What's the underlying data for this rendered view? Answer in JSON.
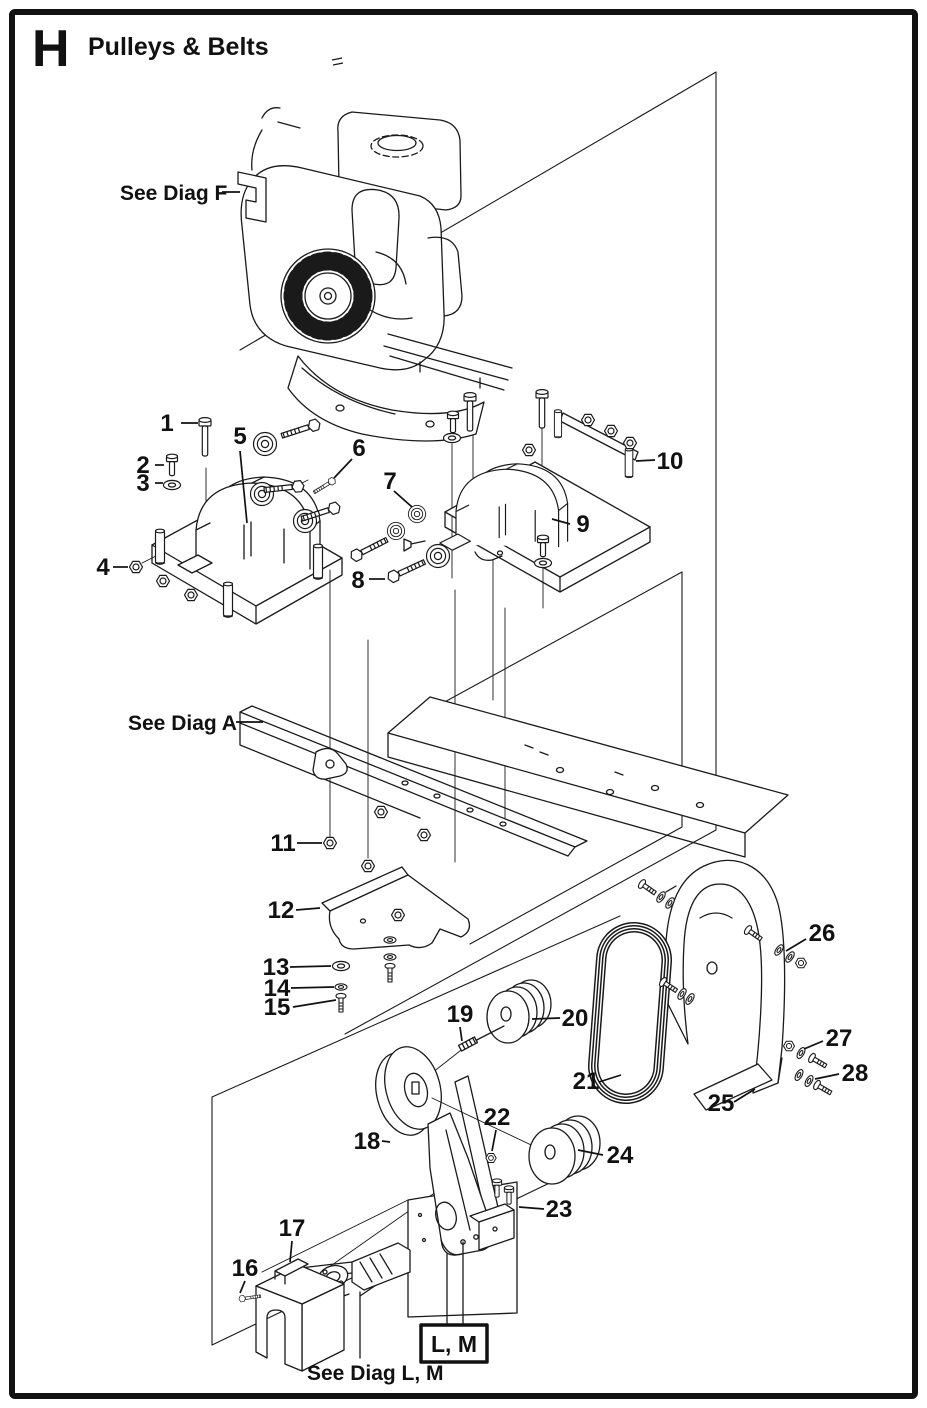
{
  "page": {
    "section_letter": "H",
    "title": "Pulleys & Belts"
  },
  "labels": {
    "see_diag_f": "See Diag F",
    "see_diag_a": "See Diag A",
    "see_diag_lm": "See Diag L, M",
    "lm_box": "L, M"
  },
  "callouts": [
    "1",
    "2",
    "3",
    "4",
    "5",
    "6",
    "7",
    "8",
    "9",
    "10",
    "11",
    "12",
    "13",
    "14",
    "15",
    "16",
    "17",
    "18",
    "19",
    "20",
    "21",
    "22",
    "23",
    "24",
    "25",
    "26",
    "27",
    "28"
  ],
  "colors": {
    "ink": "#1a1a1a",
    "paper": "#ffffff",
    "border": "#111111"
  }
}
